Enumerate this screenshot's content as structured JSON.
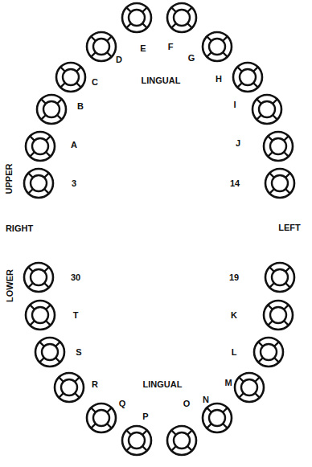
{
  "diagram": {
    "labels": [
      "UPPER",
      "3",
      "A",
      "B",
      "C",
      "D",
      "E",
      "LINGUAL",
      "F",
      "G",
      "H",
      "I",
      "J",
      "14",
      "RIGHT",
      "LEFT",
      "LOWER",
      "30",
      "T",
      "S",
      "R",
      "Q",
      "P",
      "LINGUAL",
      "O",
      "N",
      "M",
      "L",
      "K",
      "19"
    ]
  }
}
